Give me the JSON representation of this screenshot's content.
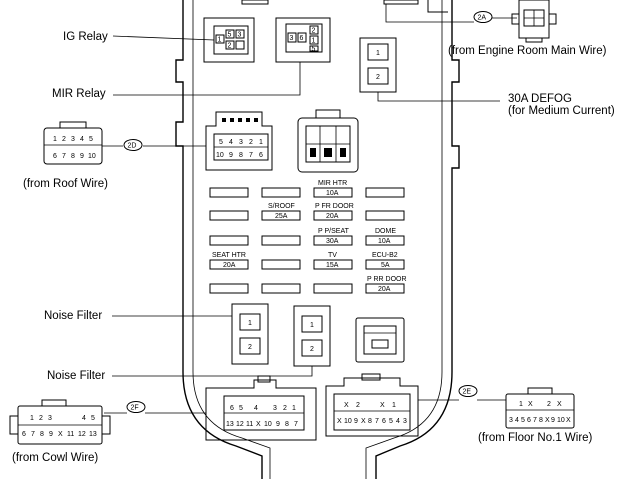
{
  "labels": {
    "ig_relay": "IG Relay",
    "mir_relay": "MIR Relay",
    "defog_line1": "30A DEFOG",
    "defog_line2": "(for Medium Current)",
    "noise_filter_1": "Noise Filter",
    "noise_filter_2": "Noise Filter",
    "from_engine_room": "(from Engine Room Main Wire)",
    "from_roof": "(from Roof Wire)",
    "from_cowl": "(from Cowl Wire)",
    "from_floor": "(from Floor No.1 Wire)"
  },
  "connector_tags": {
    "c2A": "2A",
    "c2D": "2D",
    "c2E": "2E",
    "c2F": "2F"
  },
  "fuses": {
    "mir_htr": {
      "name": "MIR HTR",
      "amp": "10A"
    },
    "s_roof": {
      "name": "S/ROOF",
      "amp": "25A"
    },
    "p_fr_door": {
      "name": "P FR DOOR",
      "amp": "20A"
    },
    "p_p_seat": {
      "name": "P P/SEAT",
      "amp": "30A"
    },
    "dome": {
      "name": "DOME",
      "amp": "10A"
    },
    "seat_htr": {
      "name": "SEAT HTR",
      "amp": "20A"
    },
    "tv": {
      "name": "TV",
      "amp": "15A"
    },
    "ecu_b2": {
      "name": "ECU-B2",
      "amp": "5A"
    },
    "p_rr_door": {
      "name": "P RR DOOR",
      "amp": "20A"
    }
  },
  "pins": {
    "ig_relay": [
      "1",
      "5",
      "3",
      "2"
    ],
    "mir_relay": [
      "3",
      "6",
      "2",
      "1",
      "5"
    ],
    "defog": [
      "1",
      "2"
    ],
    "noise_filter_1": [
      "1",
      "2"
    ],
    "noise_filter_2": [
      "1",
      "2"
    ],
    "conn_2d_top": [
      "5",
      "4",
      "3",
      "2",
      "1"
    ],
    "conn_2d_bot": [
      "10",
      "9",
      "8",
      "7",
      "6"
    ],
    "roof_top": [
      "1",
      "2",
      "3",
      "4",
      "5"
    ],
    "roof_bot": [
      "6",
      "7",
      "8",
      "9",
      "10"
    ],
    "cowl_2f_top": [
      "6",
      "5",
      "4",
      "3",
      "2",
      "1"
    ],
    "cowl_2f_bot": [
      "13",
      "12",
      "11",
      "X",
      "10",
      "9",
      "8",
      "7"
    ],
    "cowl_wire_top": [
      "1",
      "2",
      "3",
      "4",
      "5"
    ],
    "cowl_wire_bot": [
      "6",
      "7",
      "8",
      "9",
      "X",
      "11",
      "12",
      "13"
    ],
    "floor_2e_top": [
      "X",
      "2",
      "X",
      "1"
    ],
    "floor_2e_bot": [
      "X",
      "10",
      "9",
      "X",
      "8",
      "7",
      "6",
      "5",
      "4",
      "3"
    ],
    "floor_wire_top": [
      "1",
      "X",
      "2",
      "X"
    ],
    "floor_wire_bot": [
      "3",
      "4",
      "5",
      "6",
      "7",
      "8",
      "X",
      "9",
      "10",
      "X"
    ]
  }
}
